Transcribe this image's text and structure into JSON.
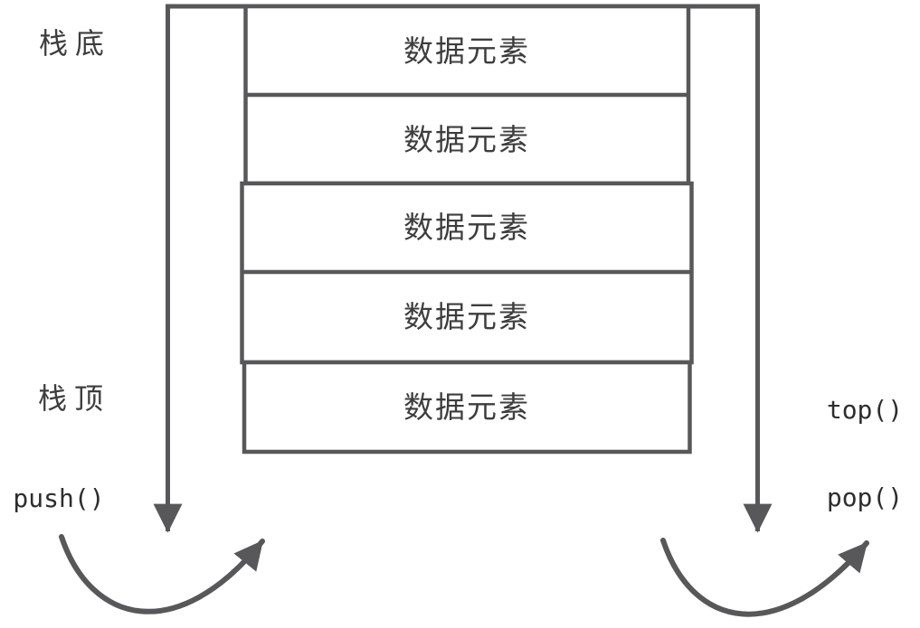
{
  "diagram": {
    "description": "stack (LIFO) data structure diagram",
    "labels": {
      "stack_bottom": "栈底",
      "stack_top": "栈顶",
      "push": "push()",
      "top": "top()",
      "pop": "pop()"
    },
    "stack": {
      "elements": [
        "数据元素",
        "数据元素",
        "数据元素",
        "数据元素",
        "数据元素"
      ]
    },
    "colors": {
      "line": "#58585a",
      "text_cjk": "#3d3d3d",
      "text_code": "#2d2d2d",
      "background": "#ffffff"
    }
  }
}
